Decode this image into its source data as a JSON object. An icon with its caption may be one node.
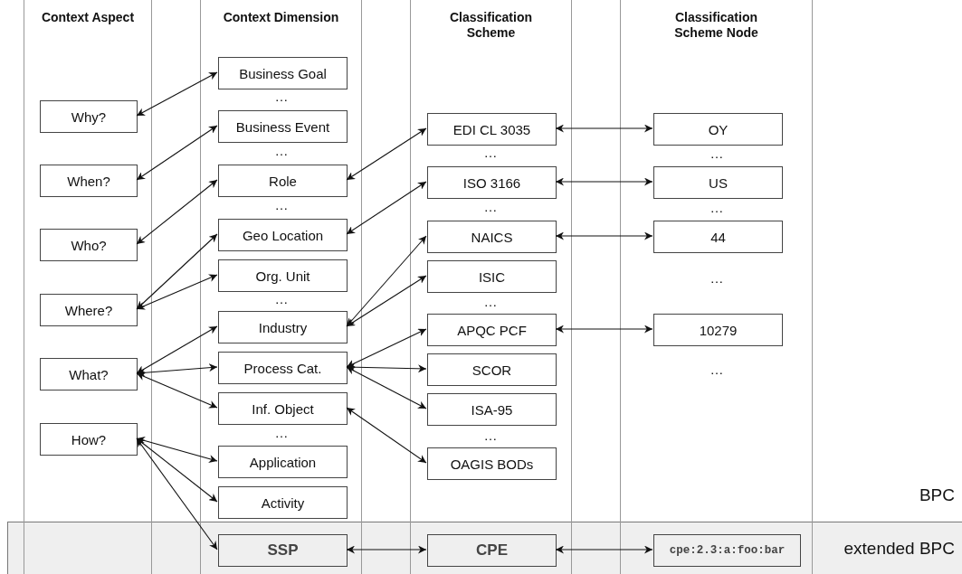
{
  "diagram": {
    "nodes": [
      {
        "text": [
          "Context Aspect"
        ]
      },
      {
        "text": [
          "Context Dimension"
        ]
      },
      {
        "text": [
          "Classification Scheme"
        ]
      },
      {
        "text": [
          "Classification Scheme Node"
        ]
      },
      {
        "text": [
          "Why?"
        ],
        "in": 0
      },
      {
        "text": [
          "When?"
        ],
        "in": 0
      },
      {
        "text": [
          "Who?"
        ],
        "in": 0
      },
      {
        "text": [
          "Where?"
        ],
        "in": 0
      },
      {
        "text": [
          "What?"
        ],
        "in": 0
      },
      {
        "text": [
          "How?"
        ],
        "in": 0
      },
      {
        "text": [
          "Business Goal"
        ],
        "in": 1
      },
      {
        "text": [
          "Business Event"
        ],
        "in": 1
      },
      {
        "text": [
          "Role"
        ],
        "in": 1
      },
      {
        "text": [
          "Geo Location"
        ],
        "in": 1
      },
      {
        "text": [
          "Org. Unit"
        ],
        "in": 1
      },
      {
        "text": [
          "Industry"
        ],
        "in": 1
      },
      {
        "text": [
          "Process Cat."
        ],
        "in": 1
      },
      {
        "text": [
          "Inf. Object"
        ],
        "in": 1
      },
      {
        "text": [
          "Application"
        ],
        "in": 1
      },
      {
        "text": [
          "Activity"
        ],
        "in": 1
      },
      {
        "text": [
          "EDI CL 3035"
        ],
        "in": 2
      },
      {
        "text": [
          "ISO 3166"
        ],
        "in": 2
      },
      {
        "text": [
          "NAICS"
        ],
        "in": 2
      },
      {
        "text": [
          "ISIC"
        ],
        "in": 2
      },
      {
        "text": [
          "APQC PCF"
        ],
        "in": 2
      },
      {
        "text": [
          "SCOR"
        ],
        "in": 2
      },
      {
        "text": [
          "ISA-95"
        ],
        "in": 2
      },
      {
        "text": [
          "OAGIS BODs"
        ],
        "in": 2
      },
      {
        "text": [
          "OY"
        ],
        "in": 3
      },
      {
        "text": [
          "US"
        ],
        "in": 3
      },
      {
        "text": [
          "44"
        ],
        "in": 3
      },
      {
        "text": [
          "10279"
        ],
        "in": 3
      },
      {
        "text": [
          "SSP"
        ],
        "in": 1
      },
      {
        "text": [
          "CPE"
        ],
        "in": 2
      },
      {
        "text": [
          "cpe:2.3:a:foo:bar"
        ],
        "in": 3
      }
    ],
    "edges": [
      {
        "from": 4,
        "to": 10,
        "arrow": "both"
      },
      {
        "from": 5,
        "to": 11,
        "arrow": "both"
      },
      {
        "from": 6,
        "to": 12,
        "arrow": "both"
      },
      {
        "from": 7,
        "to": 13,
        "arrow": "both"
      },
      {
        "from": 7,
        "to": 14,
        "arrow": "both"
      },
      {
        "from": 8,
        "to": 15,
        "arrow": "both"
      },
      {
        "from": 8,
        "to": 16,
        "arrow": "both"
      },
      {
        "from": 8,
        "to": 17,
        "arrow": "both"
      },
      {
        "from": 9,
        "to": 18,
        "arrow": "both"
      },
      {
        "from": 9,
        "to": 19,
        "arrow": "both"
      },
      {
        "from": 9,
        "to": 32,
        "arrow": "both"
      },
      {
        "from": 12,
        "to": 20,
        "arrow": "both"
      },
      {
        "from": 13,
        "to": 21,
        "arrow": "both"
      },
      {
        "from": 15,
        "to": 22,
        "arrow": "both"
      },
      {
        "from": 15,
        "to": 23,
        "arrow": "both"
      },
      {
        "from": 16,
        "to": 24,
        "arrow": "both"
      },
      {
        "from": 16,
        "to": 25,
        "arrow": "both"
      },
      {
        "from": 16,
        "to": 26,
        "arrow": "both"
      },
      {
        "from": 17,
        "to": 27,
        "arrow": "both"
      },
      {
        "from": 32,
        "to": 33,
        "arrow": "both"
      },
      {
        "from": 20,
        "to": 28,
        "arrow": "both"
      },
      {
        "from": 21,
        "to": 29,
        "arrow": "both"
      },
      {
        "from": 22,
        "to": 30,
        "arrow": "both"
      },
      {
        "from": 24,
        "to": 31,
        "arrow": "both"
      },
      {
        "from": 33,
        "to": 34,
        "arrow": "both"
      }
    ],
    "labels": [
      "…",
      "…",
      "…",
      "…",
      "…",
      "…",
      "…",
      "…",
      "…",
      "…",
      "…",
      "…",
      "…",
      "BPC",
      "extended BPC"
    ]
  }
}
